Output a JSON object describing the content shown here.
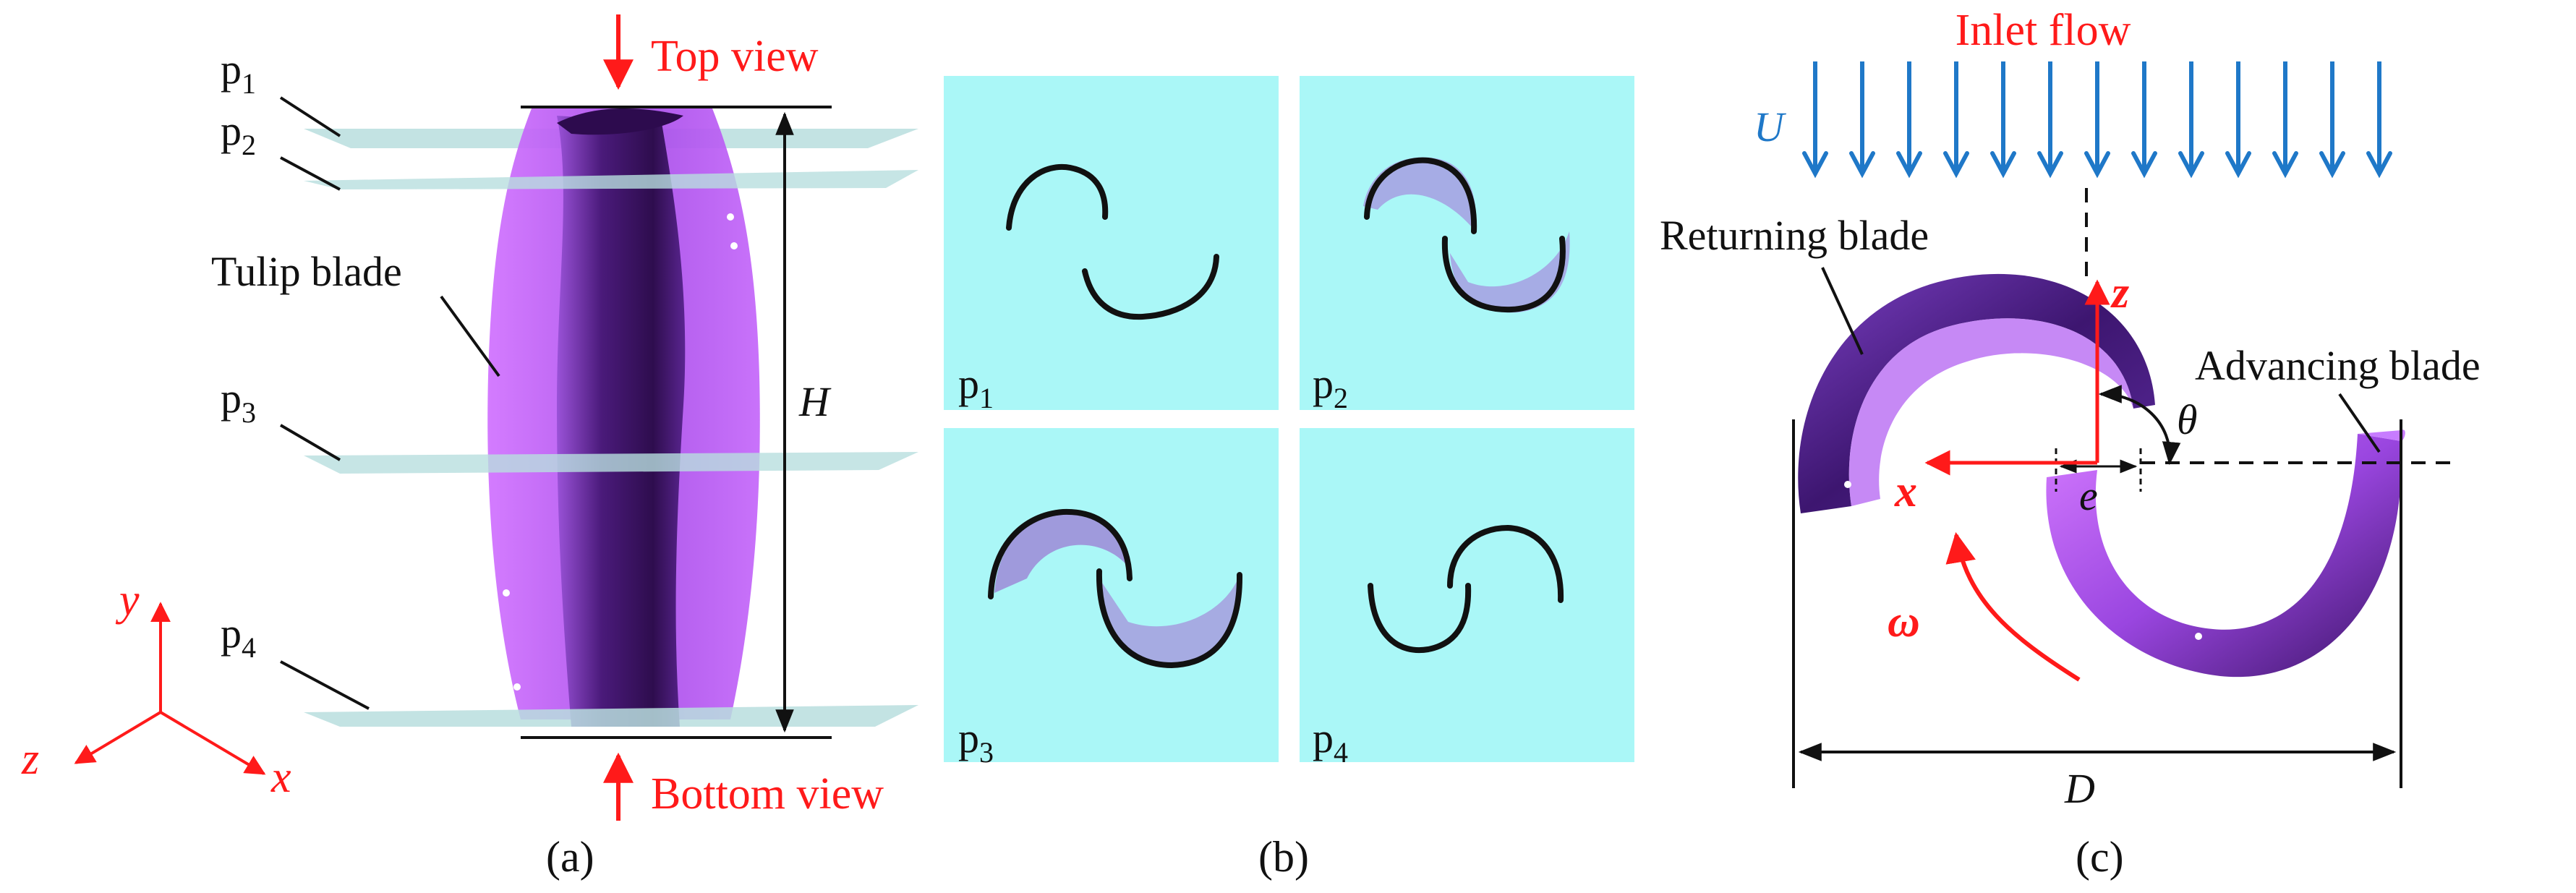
{
  "colors": {
    "plane": "#b8dede",
    "blade_light": "#cc66ff",
    "blade_dark": "#3a1260",
    "panel_bg": "#aaf7f7",
    "red": "#ff1a1a",
    "blue": "#1f78c8",
    "black": "#111111"
  },
  "panel_a": {
    "planes": [
      {
        "label": "p",
        "sub": "1"
      },
      {
        "label": "p",
        "sub": "2"
      },
      {
        "label": "p",
        "sub": "3"
      },
      {
        "label": "p",
        "sub": "4"
      }
    ],
    "tulip_label": "Tulip blade",
    "top_view": "Top view",
    "bottom_view": "Bottom view",
    "height_symbol": "H",
    "axes": {
      "y": "y",
      "z": "z",
      "x": "x"
    },
    "caption": "(a)"
  },
  "panel_b": {
    "tiles": [
      {
        "label": "p",
        "sub": "1"
      },
      {
        "label": "p",
        "sub": "2"
      },
      {
        "label": "p",
        "sub": "3"
      },
      {
        "label": "p",
        "sub": "4"
      }
    ],
    "caption": "(b)"
  },
  "panel_c": {
    "inlet_label": "Inlet flow",
    "velocity_symbol": "U",
    "returning_label": "Returning blade",
    "advancing_label": "Advancing blade",
    "z_axis": "z",
    "x_axis": "x",
    "theta": "θ",
    "offset_symbol": "e",
    "omega": "ω",
    "diameter_symbol": "D",
    "caption": "(c)"
  }
}
